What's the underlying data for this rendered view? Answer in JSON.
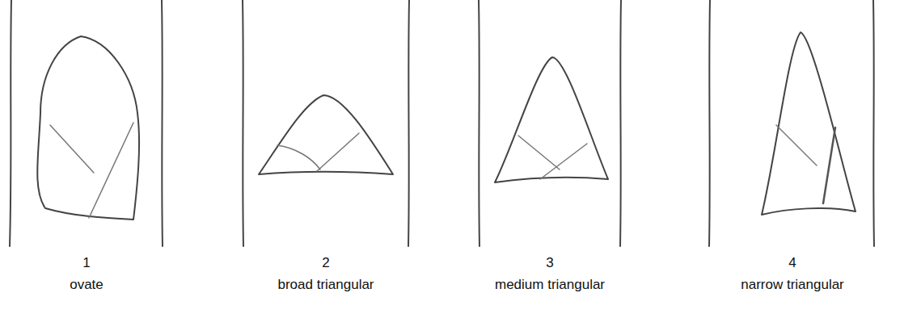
{
  "diagram": {
    "labels": [
      "1",
      "ovate",
      "2",
      "broad triangular",
      "3",
      "medium triangular",
      "4",
      "narrow triangular"
    ]
  }
}
